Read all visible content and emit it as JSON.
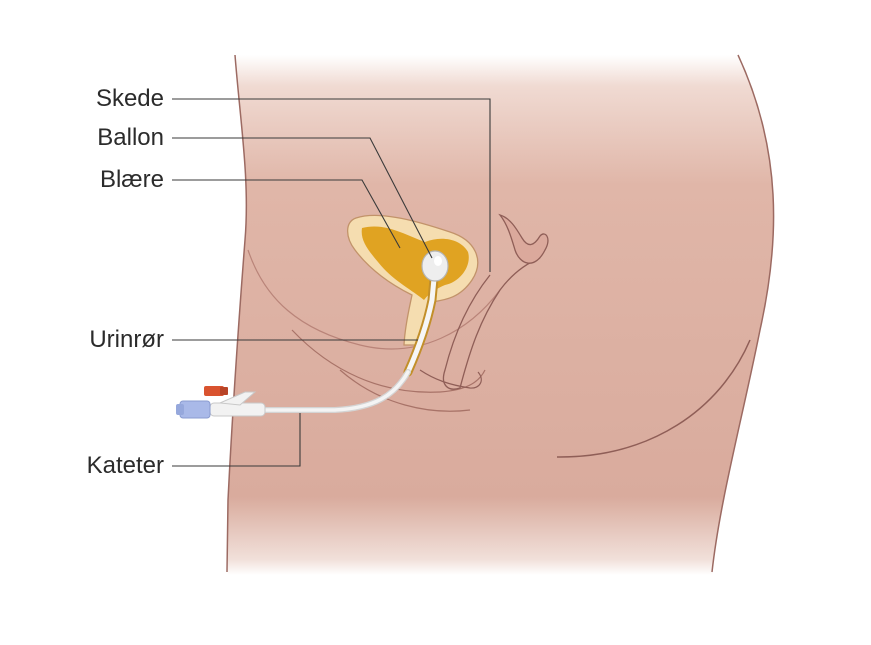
{
  "labels": {
    "vagina": "Skede",
    "balloon": "Ballon",
    "bladder": "Blære",
    "urethra": "Urinrør",
    "catheter": "Kateter"
  },
  "colors": {
    "skin": "#e3b9ac",
    "skin_dark": "#d8a79a",
    "outline": "#9c6a62",
    "bladder_wall": "#f5ddb0",
    "bladder_fill": "#e0a322",
    "catheter": "#f3f3f3",
    "valve_red": "#d9532f",
    "valve_blue": "#a9b9e8",
    "leader_line": "#3a3a3a"
  }
}
